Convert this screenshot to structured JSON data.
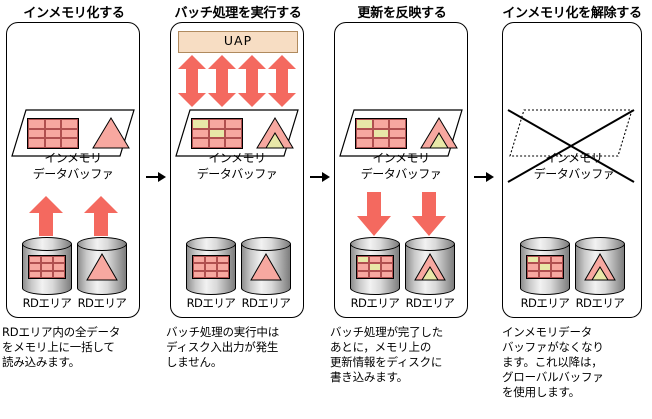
{
  "figure": {
    "shape_labels": {
      "buffer_line1": "インメモリ",
      "buffer_line2": "データバッファ",
      "rd_area": "RDエリア",
      "uap": "UAP"
    }
  },
  "panels": [
    {
      "id": "panel-inmemory-enable",
      "title": "インメモリ化する",
      "buffer_label_line1": "インメモリ",
      "buffer_label_line2": "データバッファ",
      "rd_area_left": "RDエリア",
      "rd_area_right": "RDエリア",
      "caption_lines": [
        "RDエリア内の全データ",
        "をメモリ上に一括して",
        "読み込みます。"
      ]
    },
    {
      "id": "panel-batch-execute",
      "title": "バッチ処理を実行する",
      "uap_label": "UAP",
      "buffer_label_line1": "インメモリ",
      "buffer_label_line2": "データバッファ",
      "rd_area_left": "RDエリア",
      "rd_area_right": "RDエリア",
      "caption_lines": [
        "バッチ処理の実行中は",
        "ディスク入出力が発生",
        "しません。"
      ]
    },
    {
      "id": "panel-apply-updates",
      "title": "更新を反映する",
      "buffer_label_line1": "インメモリ",
      "buffer_label_line2": "データバッファ",
      "rd_area_left": "RDエリア",
      "rd_area_right": "RDエリア",
      "caption_lines": [
        "バッチ処理が完了した",
        "あとに，メモリ上の",
        "更新情報をディスクに",
        "書き込みます。"
      ]
    },
    {
      "id": "panel-inmemory-release",
      "title": "インメモリ化を解除する",
      "buffer_label_line1": "インメモリ",
      "buffer_label_line2": "データバッファ",
      "rd_area_left": "RDエリア",
      "rd_area_right": "RDエリア",
      "caption_lines": [
        "インメモリデータ",
        "バッファがなくなり",
        "ます。これ以降は，",
        "グローバルバッファ",
        "を使用します。"
      ]
    }
  ],
  "colors": {
    "data_pink": "#f7a8a0",
    "data_updated_yellow": "#e8e8a8",
    "arrow_red": "#f4695f",
    "uap_fill": "#f7ddc3",
    "uap_border": "#b08a5e",
    "outline": "#000000"
  }
}
